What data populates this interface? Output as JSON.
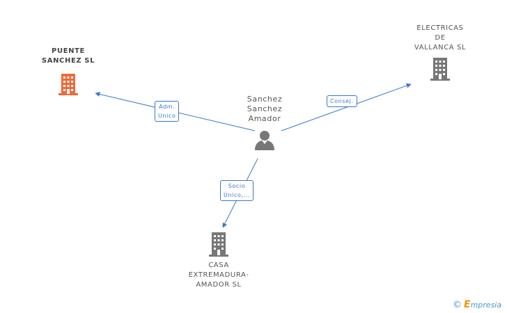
{
  "colors": {
    "edge": "#3a78c9",
    "highlight_company": "#ee6a38",
    "company": "#777777",
    "person": "#777777"
  },
  "nodes": {
    "puente": {
      "label_line1": "PUENTE",
      "label_line2": "SANCHEZ SL",
      "icon": "building-icon"
    },
    "electricas": {
      "label_line1": "ELECTRICAS",
      "label_line2": "DE",
      "label_line3": "VALLANCA SL",
      "icon": "building-icon"
    },
    "casa": {
      "label_line1": "CASA",
      "label_line2": "EXTREMADURA-",
      "label_line3": "AMADOR SL",
      "icon": "building-icon"
    },
    "person": {
      "label_line1": "Sanchez",
      "label_line2": "Sanchez",
      "label_line3": "Amador",
      "icon": "person-icon"
    }
  },
  "edges": {
    "adm": {
      "line1": "Adm.",
      "line2": "Unico"
    },
    "consej": {
      "line1": "Consej."
    },
    "socio": {
      "line1": "Socio",
      "line2": "Único,..."
    }
  },
  "footer": {
    "copyright": "©",
    "brand_initial": "E",
    "brand_rest": "mpresia"
  }
}
